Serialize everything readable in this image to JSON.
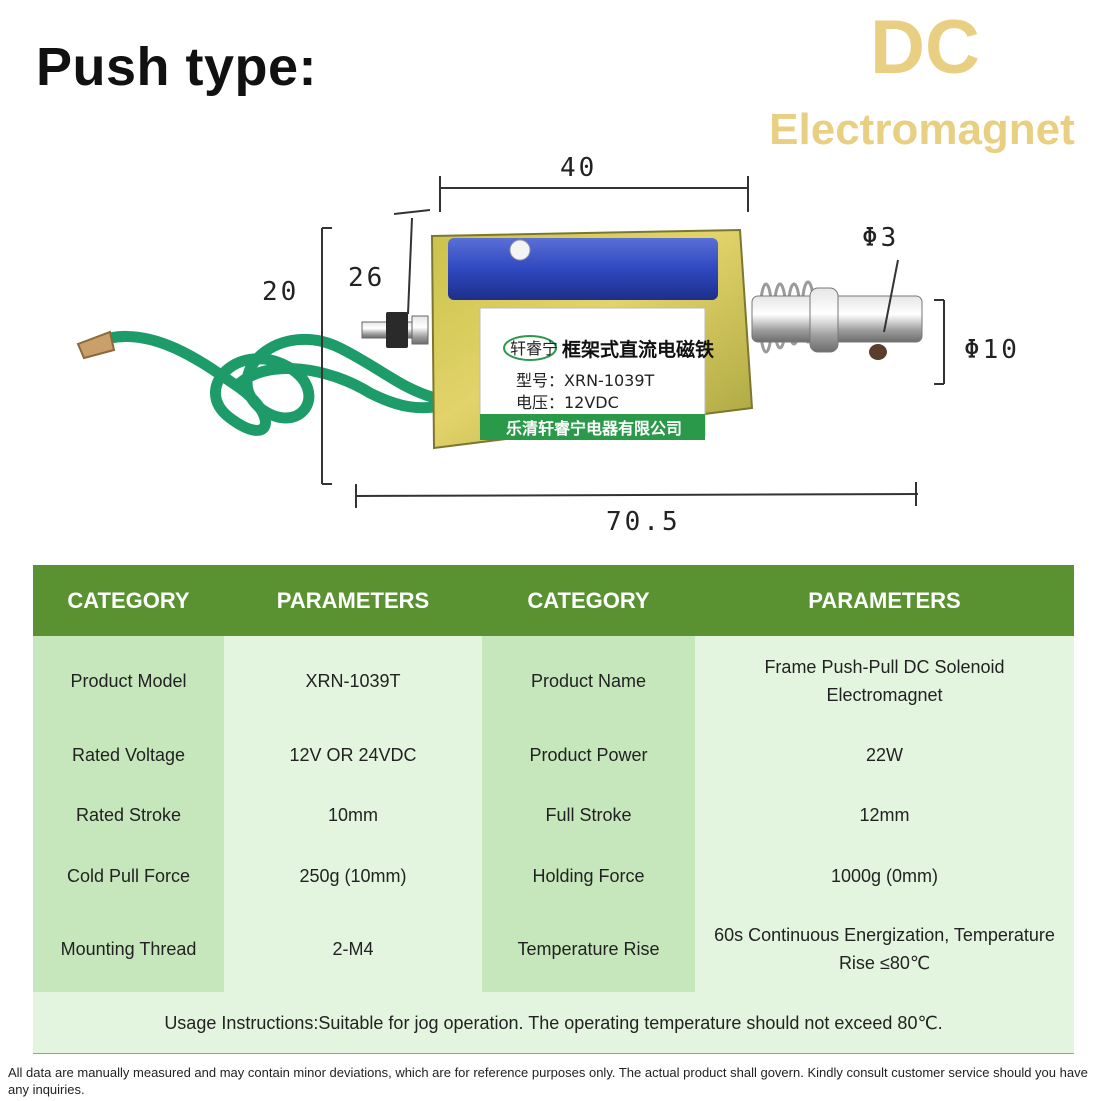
{
  "heading": "Push type:",
  "brand": {
    "line1": "DC",
    "line2": "Electromagnet"
  },
  "figure": {
    "dimensions": {
      "length_body": "40",
      "height_outer": "20",
      "height_frame": "26",
      "shaft_diameter": "Φ3",
      "plunger_diameter": "Φ10",
      "total_length": "70.5"
    },
    "label": {
      "brand_badge": "轩睿宁",
      "name_cn": "框架式直流电磁铁",
      "model_line": "型号：XRN-1039T",
      "voltage_line": "电压：12VDC",
      "company": "乐清轩睿宁电器有限公司"
    }
  },
  "table": {
    "headers": [
      "CATEGORY",
      "PARAMETERS",
      "CATEGORY",
      "PARAMETERS"
    ],
    "rows": [
      [
        "Product Model",
        "XRN-1039T",
        "Product Name",
        "Frame Push-Pull DC Solenoid Electromagnet"
      ],
      [
        "Rated Voltage",
        "12V OR 24VDC",
        "Product Power",
        "22W"
      ],
      [
        "Rated Stroke",
        "10mm",
        "Full Stroke",
        "12mm"
      ],
      [
        "Cold Pull Force",
        "250g (10mm)",
        "Holding Force",
        "1000g (0mm)"
      ],
      [
        "Mounting Thread",
        "2-M4",
        "Temperature Rise",
        "60s Continuous Energization, Temperature Rise ≤80℃"
      ]
    ],
    "usage": "Usage Instructions:Suitable for jog operation. The operating temperature should not exceed 80℃."
  },
  "footnote": "All data are manually measured and may contain minor deviations, which are for reference purposes only. The actual product shall govern. Kindly consult customer service should you have any inquiries.",
  "colors": {
    "header_green": "#5a9232",
    "category_cell": "#c6e6bb",
    "value_cell": "#e4f5df",
    "brand_gold": "#e9cf82"
  }
}
